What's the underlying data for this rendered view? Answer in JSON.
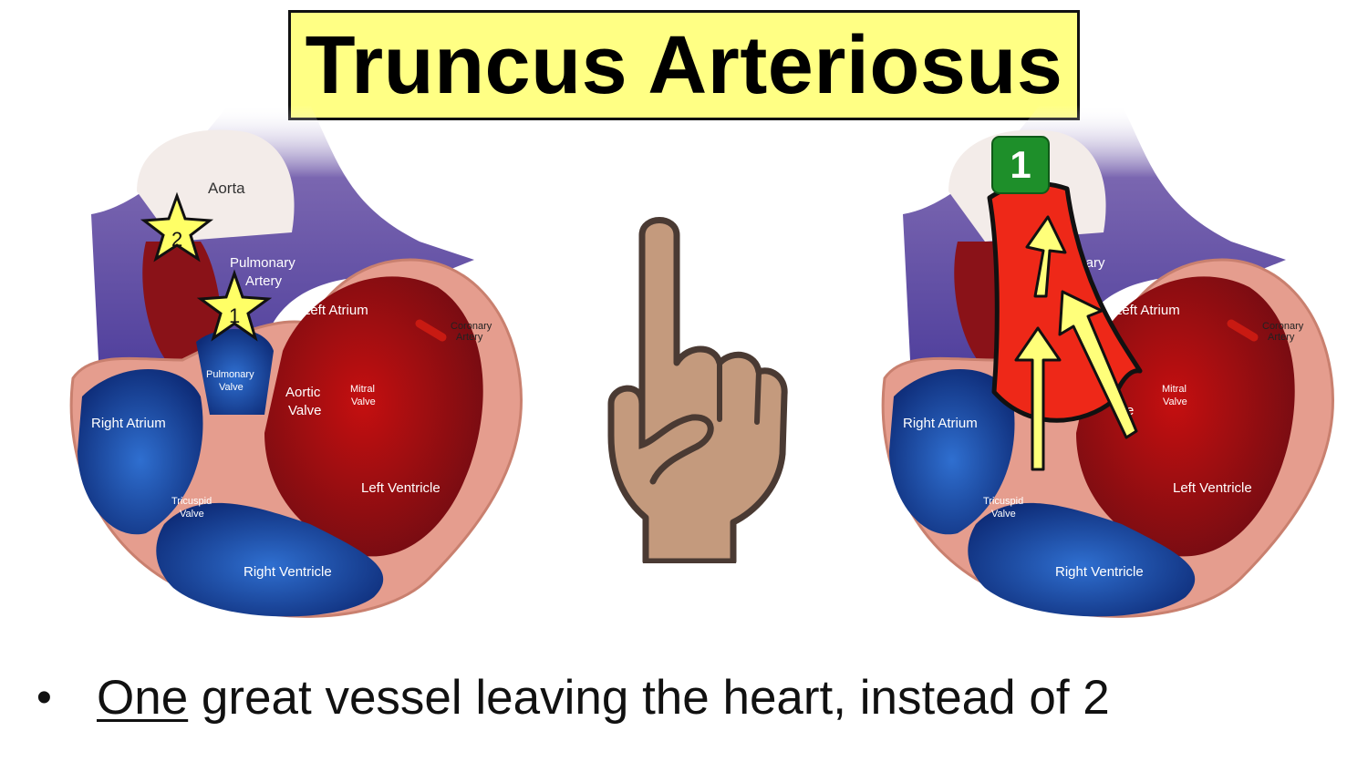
{
  "title": "Truncus Arteriosus",
  "heart_labels": {
    "aorta": "Aorta",
    "pulmonary_artery_1": "Pulmonary",
    "pulmonary_artery_2": "Artery",
    "left_atrium": "Left Atrium",
    "coronary_1": "Coronary",
    "coronary_2": "Artery",
    "pulmonary_valve_1": "Pulmonary",
    "pulmonary_valve_2": "Valve",
    "aortic_valve_1": "Aortic",
    "aortic_valve_2": "Valve",
    "mitral_valve_1": "Mitral",
    "mitral_valve_2": "Valve",
    "right_atrium": "Right Atrium",
    "left_ventricle": "Left Ventricle",
    "tricuspid_valve_1": "Tricuspid",
    "tricuspid_valve_2": "Valve",
    "right_ventricle": "Right Ventricle"
  },
  "right_heart_partial_labels": {
    "pulmonary_fragment": "onary",
    "artery_fragment": "ry",
    "valve_fragment": "e"
  },
  "markers": {
    "star_1": "1",
    "star_2": "2",
    "badge": "1"
  },
  "bullet": {
    "dot": "•",
    "emphasis": "One",
    "rest": " great vessel leaving the heart, instead of 2"
  },
  "colors": {
    "title_bg": "#ffff84",
    "star_fill": "#ffff66",
    "badge_green": "#1e8f2a",
    "truncus_red": "#ee2818",
    "arrow_yellow": "#ffff7a"
  }
}
